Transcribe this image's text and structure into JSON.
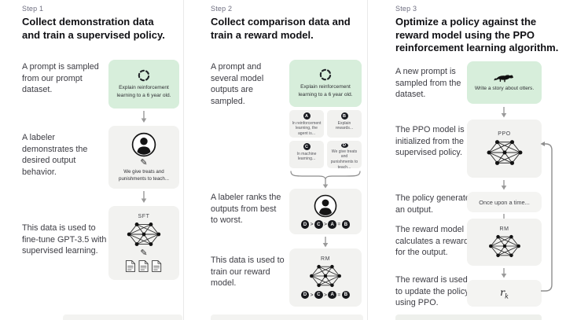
{
  "colors": {
    "prompt_green": "#d7eedb",
    "box_gray": "#f2f2f0",
    "badge_dark": "#17181c",
    "text_dark": "#101014",
    "text_body": "#3c3c43",
    "step_label_gray": "#6e6e80",
    "arrow_gray": "#9a9a9a"
  },
  "step1": {
    "label": "Step 1",
    "title_lines": [
      "Collect demonstration data",
      "and train a supervised policy."
    ],
    "prompt_text": "A prompt is sampled from our prompt dataset.",
    "prompt_box": "Explain reinforcement learning to a 6 year old.",
    "labeler_text": "A labeler demonstrates the desired output behavior.",
    "labeler_box": "We give treats and punishments to teach...",
    "finetune_text": "This data is used to fine-tune GPT-3.5 with supervised learning.",
    "model_label": "SFT"
  },
  "step2": {
    "label": "Step 2",
    "title_lines": [
      "Collect comparison data and",
      "train a reward model."
    ],
    "prompt_text": "A prompt and several model outputs are sampled.",
    "prompt_box": "Explain reinforcement learning to a 6 year old.",
    "outputs": [
      {
        "letter": "A",
        "text": "In reinforcement learning, the agent is..."
      },
      {
        "letter": "B",
        "text": "Explain rewards..."
      },
      {
        "letter": "C",
        "text": "In machine learning..."
      },
      {
        "letter": "D",
        "text": "We give treats and punishments to teach..."
      }
    ],
    "rank_text": "A labeler ranks the outputs from best to worst.",
    "ranking": {
      "letters": [
        "D",
        "C",
        "A",
        "B"
      ],
      "separators": [
        ">",
        ">",
        "="
      ]
    },
    "train_text": "This data is used to train our reward model.",
    "model_label": "RM"
  },
  "step3": {
    "label": "Step 3",
    "title_lines": [
      "Optimize a policy against the",
      "reward model using the PPO",
      "reinforcement learning algorithm."
    ],
    "prompt_text": "A new prompt is sampled from the dataset.",
    "prompt_box": "Write a story about otters.",
    "init_text": "The PPO model is initialized from the supervised policy.",
    "ppo_label": "PPO",
    "output_text": "The policy generates an output.",
    "output_box": "Once upon a time...",
    "reward_calc_text": "The reward model calculates a reward for the output.",
    "rm_label": "RM",
    "update_text": "The reward is used to update the policy using PPO.",
    "reward_symbol": "r",
    "reward_sub": "k"
  }
}
